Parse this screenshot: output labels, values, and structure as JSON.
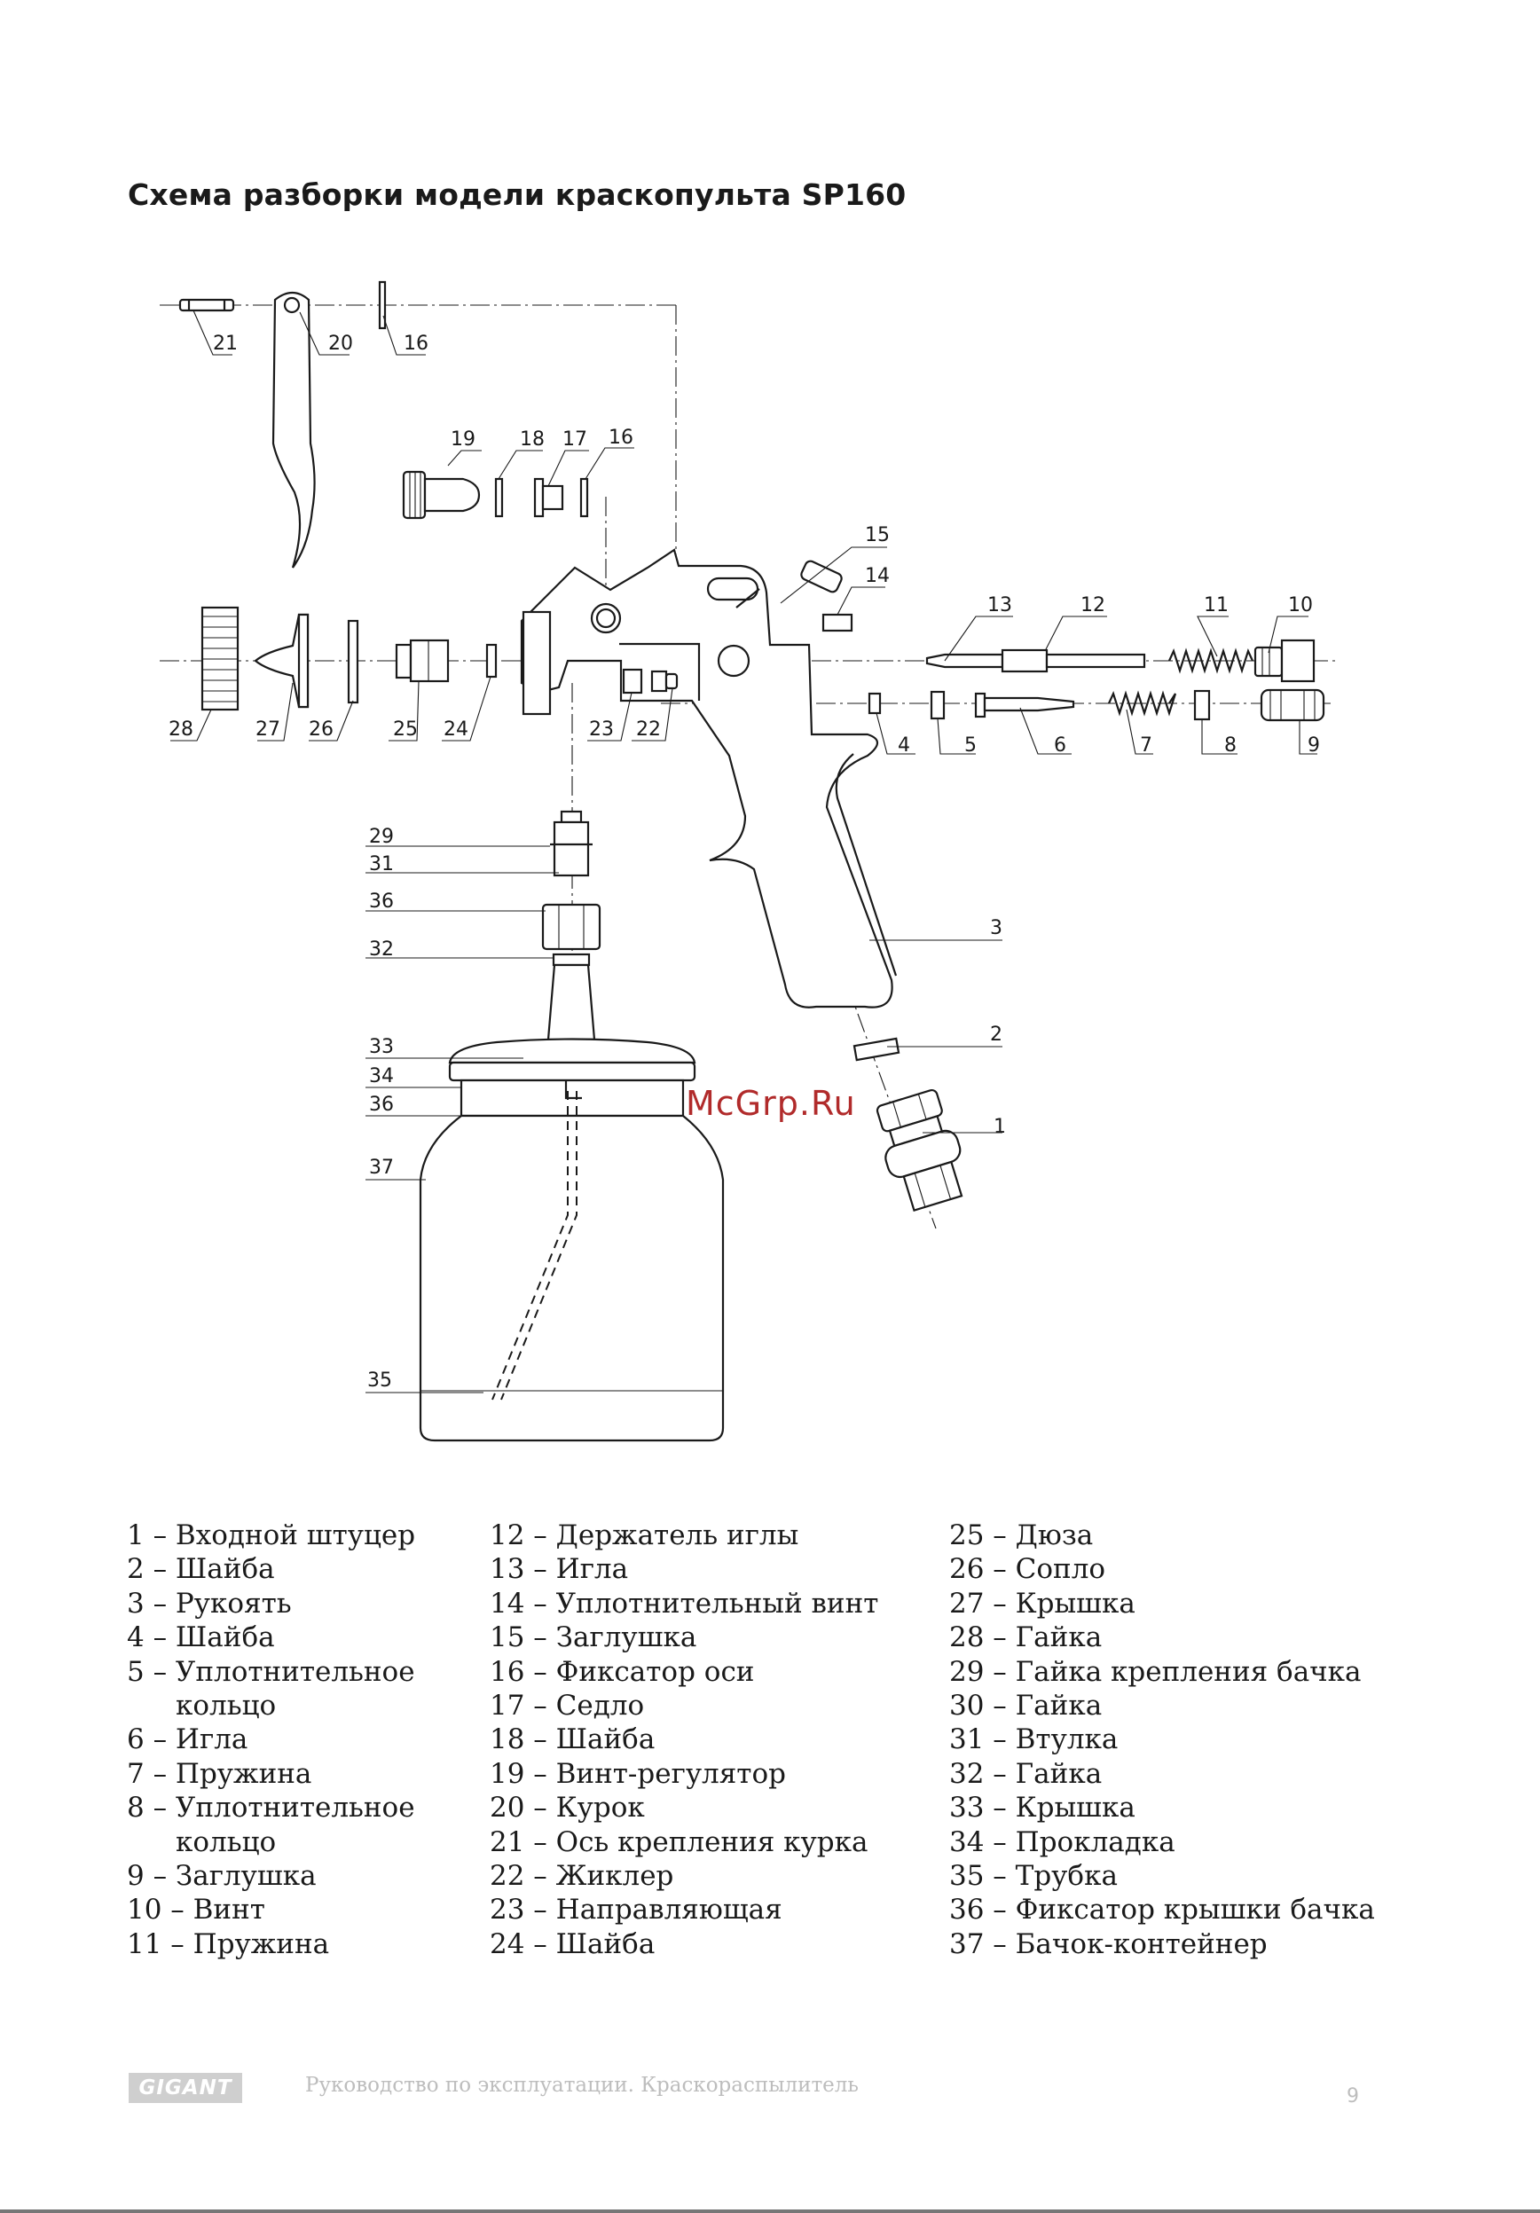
{
  "title": "Схема разборки модели краскопульта SP160",
  "diagram": {
    "labels": [
      "21",
      "20",
      "16",
      "19",
      "18",
      "17",
      "16",
      "15",
      "14",
      "13",
      "12",
      "11",
      "10",
      "28",
      "27",
      "26",
      "25",
      "24",
      "23",
      "22",
      "4",
      "5",
      "6",
      "7",
      "8",
      "9",
      "29",
      "31",
      "36",
      "32",
      "3",
      "2",
      "33",
      "34",
      "36",
      "37",
      "1",
      "35"
    ]
  },
  "watermark": "McGrp.Ru",
  "legend": {
    "col1": [
      "1 – Входной штуцер",
      "2 – Шайба",
      "3 – Рукоять",
      "4 – Шайба",
      "5 – Уплотнительное",
      "кольцо",
      "6 – Игла",
      "7 – Пружина",
      "8 – Уплотнительное",
      "кольцо",
      "9 – Заглушка",
      "10 – Винт",
      "11 – Пружина"
    ],
    "col2": [
      "12 – Держатель иглы",
      "13 – Игла",
      "14 – Уплотнительный винт",
      "15 – Заглушка",
      "16 – Фиксатор оси",
      "17 – Седло",
      "18 – Шайба",
      "19 – Винт-регулятор",
      "20 – Курок",
      "21 – Ось крепления курка",
      "22 – Жиклер",
      "23 – Направляющая",
      "24 – Шайба"
    ],
    "col3": [
      "25 – Дюза",
      "26 – Сопло",
      "27 – Крышка",
      "28 – Гайка",
      "29 – Гайка крепления бачка",
      "30 – Гайка",
      "31 – Втулка",
      "32 – Гайка",
      "33 – Крышка",
      "34 – Прокладка",
      "35 – Трубка",
      "36 – Фиксатор крышки бачка",
      "37 – Бачок-контейнер"
    ]
  },
  "footer": {
    "logo": "GIGANT",
    "text": "Руководство по эксплуатации. Краскораспылитель",
    "page": "9"
  }
}
